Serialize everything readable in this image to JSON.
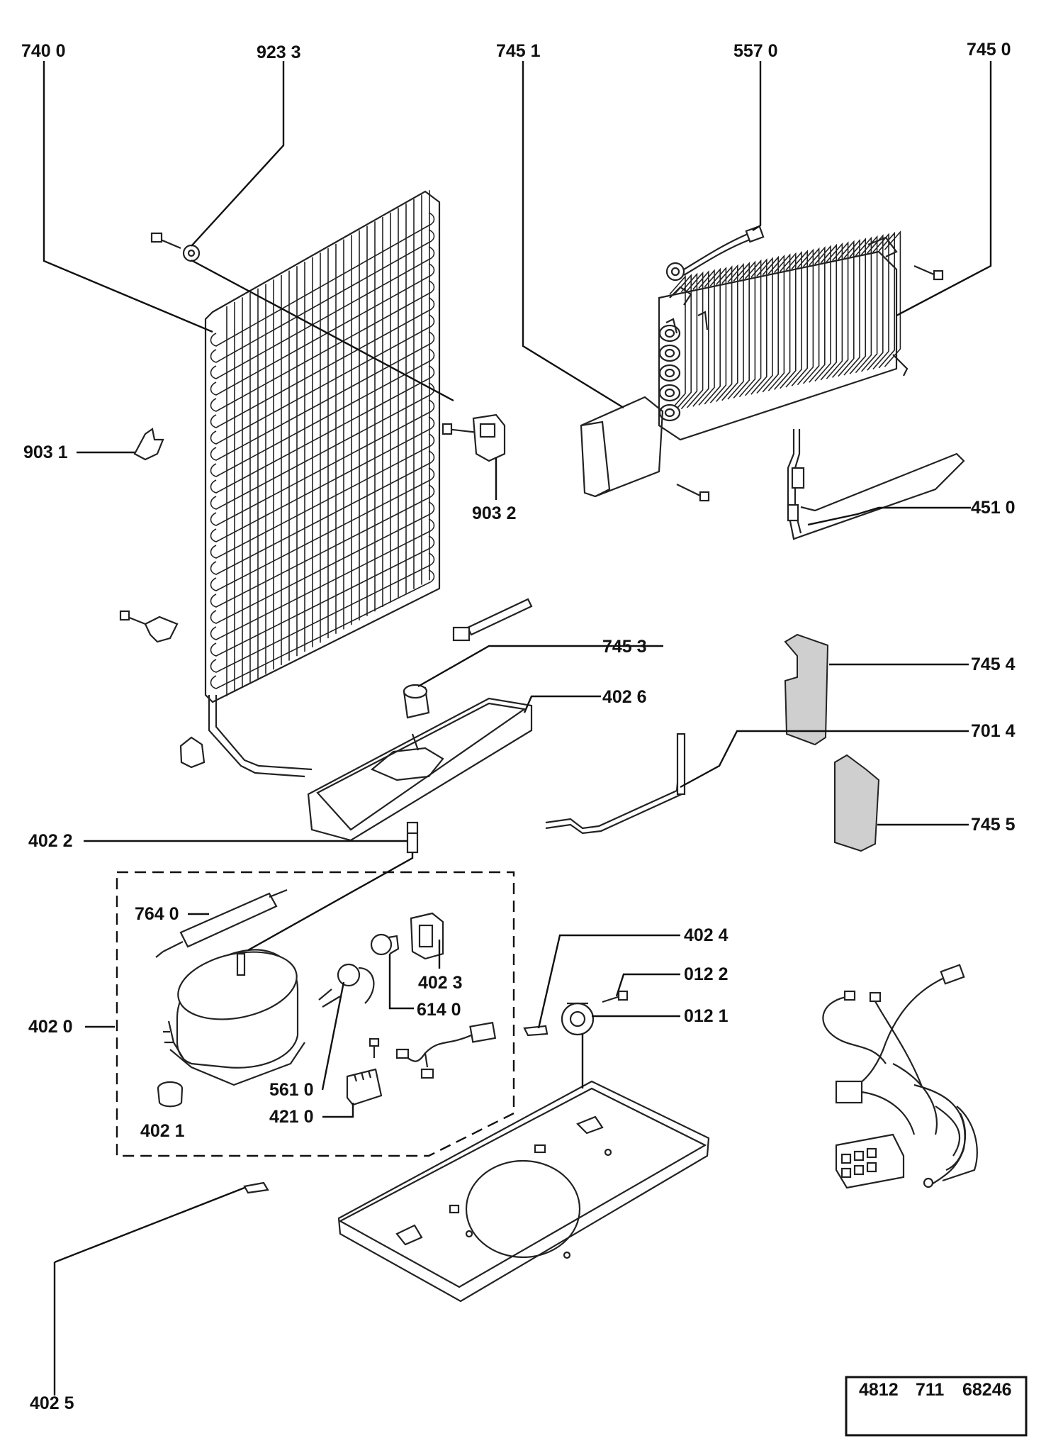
{
  "callouts": {
    "c7400": "740 0",
    "c9233": "923 3",
    "c7451": "745 1",
    "c5570": "557 0",
    "c7450": "745 0",
    "c9031": "903 1",
    "c9032": "903 2",
    "c4510": "451 0",
    "c7453": "745 3",
    "c4026": "402 6",
    "c7454": "745 4",
    "c7014": "701 4",
    "c7455": "745 5",
    "c4022": "402 2",
    "c7640": "764 0",
    "c4024": "402 4",
    "c4023": "402 3",
    "c0122": "012 2",
    "c6140": "614 0",
    "c0121": "012 1",
    "c4020": "402 0",
    "c5610": "561 0",
    "c4210": "421 0",
    "c4021": "402 1",
    "c4025": "402 5"
  },
  "doc_number": {
    "part1": "4812",
    "part2": "711",
    "part3": "68246"
  }
}
